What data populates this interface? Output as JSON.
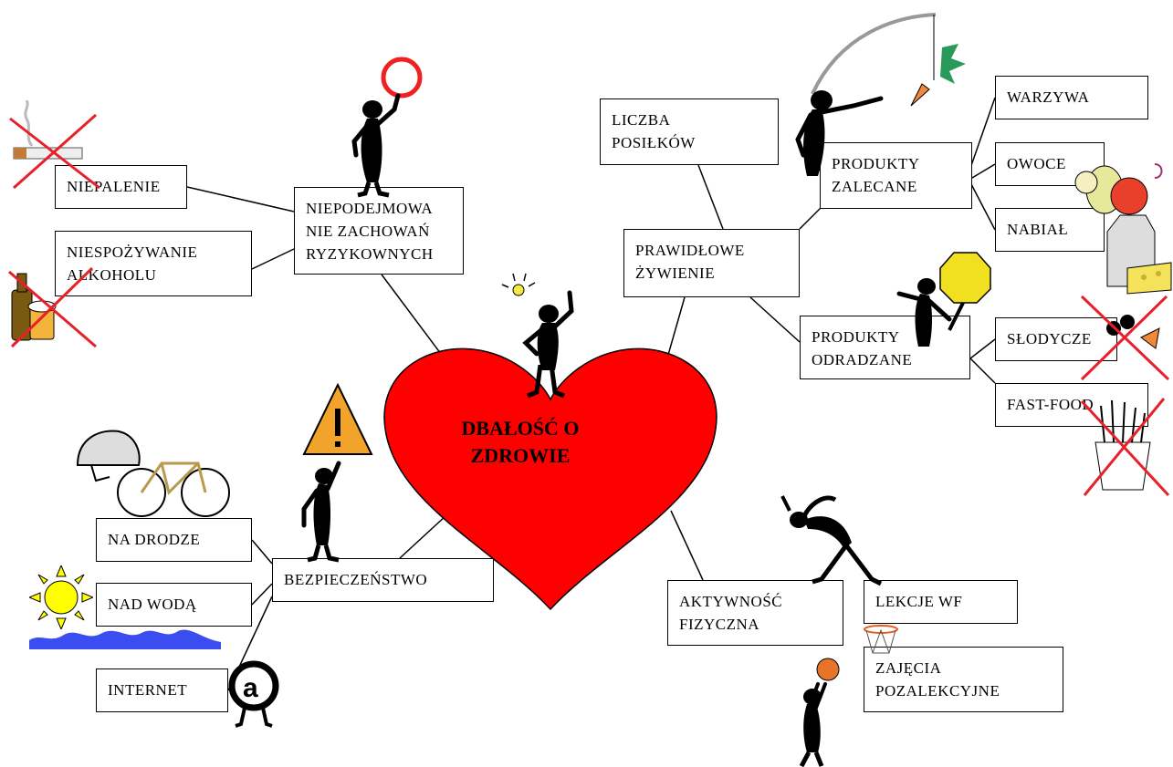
{
  "colors": {
    "heart": "#ff0000",
    "stroke": "#000000",
    "cross": "#e8202a",
    "sun": "#ffff00",
    "water": "#3a4df0",
    "ring": "#ee2020",
    "sign": "#f0e020"
  },
  "center": {
    "label": "DBAŁOŚĆ O\nZDROWIE"
  },
  "nodes": {
    "niepodejmowanie": "NIEPODEJMOWA\nNIE ZACHOWAŃ\nRYZYKOWNYCH",
    "niepalenie": "NIEPALENIE",
    "niespozywanie": "NIESPOŻYWANIE\nALKOHOLU",
    "liczba": "LICZBA\nPOSIŁKÓW",
    "prawidlowe": "PRAWIDŁOWE\nŻYWIENIE",
    "zalecane": "PRODUKTY\nZALECANE",
    "warzywa": "WARZYWA",
    "owoce": "OWOCE",
    "nabial": "NABIAŁ",
    "odradzane": "PRODUKTY\nODRADZANE",
    "slodycze": "SŁODYCZE",
    "fastfood": "FAST-FOOD",
    "bezpieczenstwo": "BEZPIECZEŃSTWO",
    "na_drodze": "NA DRODZE",
    "nad_woda": "NAD WODĄ",
    "internet": "INTERNET",
    "aktywnosc": "AKTYWNOŚĆ\nFIZYCZNA",
    "lekcje": "LEKCJE WF",
    "zajecia": "ZAJĘCIA\nPOZALEKCYJNE"
  },
  "icons": [
    "no-smoking-icon",
    "no-alcohol-icon",
    "stop-ring-icon",
    "carrot-on-stick-icon",
    "vegetables-icon",
    "fruit-icon",
    "milk-cheese-icon",
    "stop-sign-icon",
    "no-sweets-icon",
    "no-fast-food-icon",
    "lightbulb-icon",
    "warning-sign-icon",
    "helmet-icon",
    "bicycle-icon",
    "sun-icon",
    "waves-icon",
    "at-sign-icon",
    "stretching-figure-icon",
    "basketball-player-icon",
    "basketball-hoop-icon"
  ]
}
